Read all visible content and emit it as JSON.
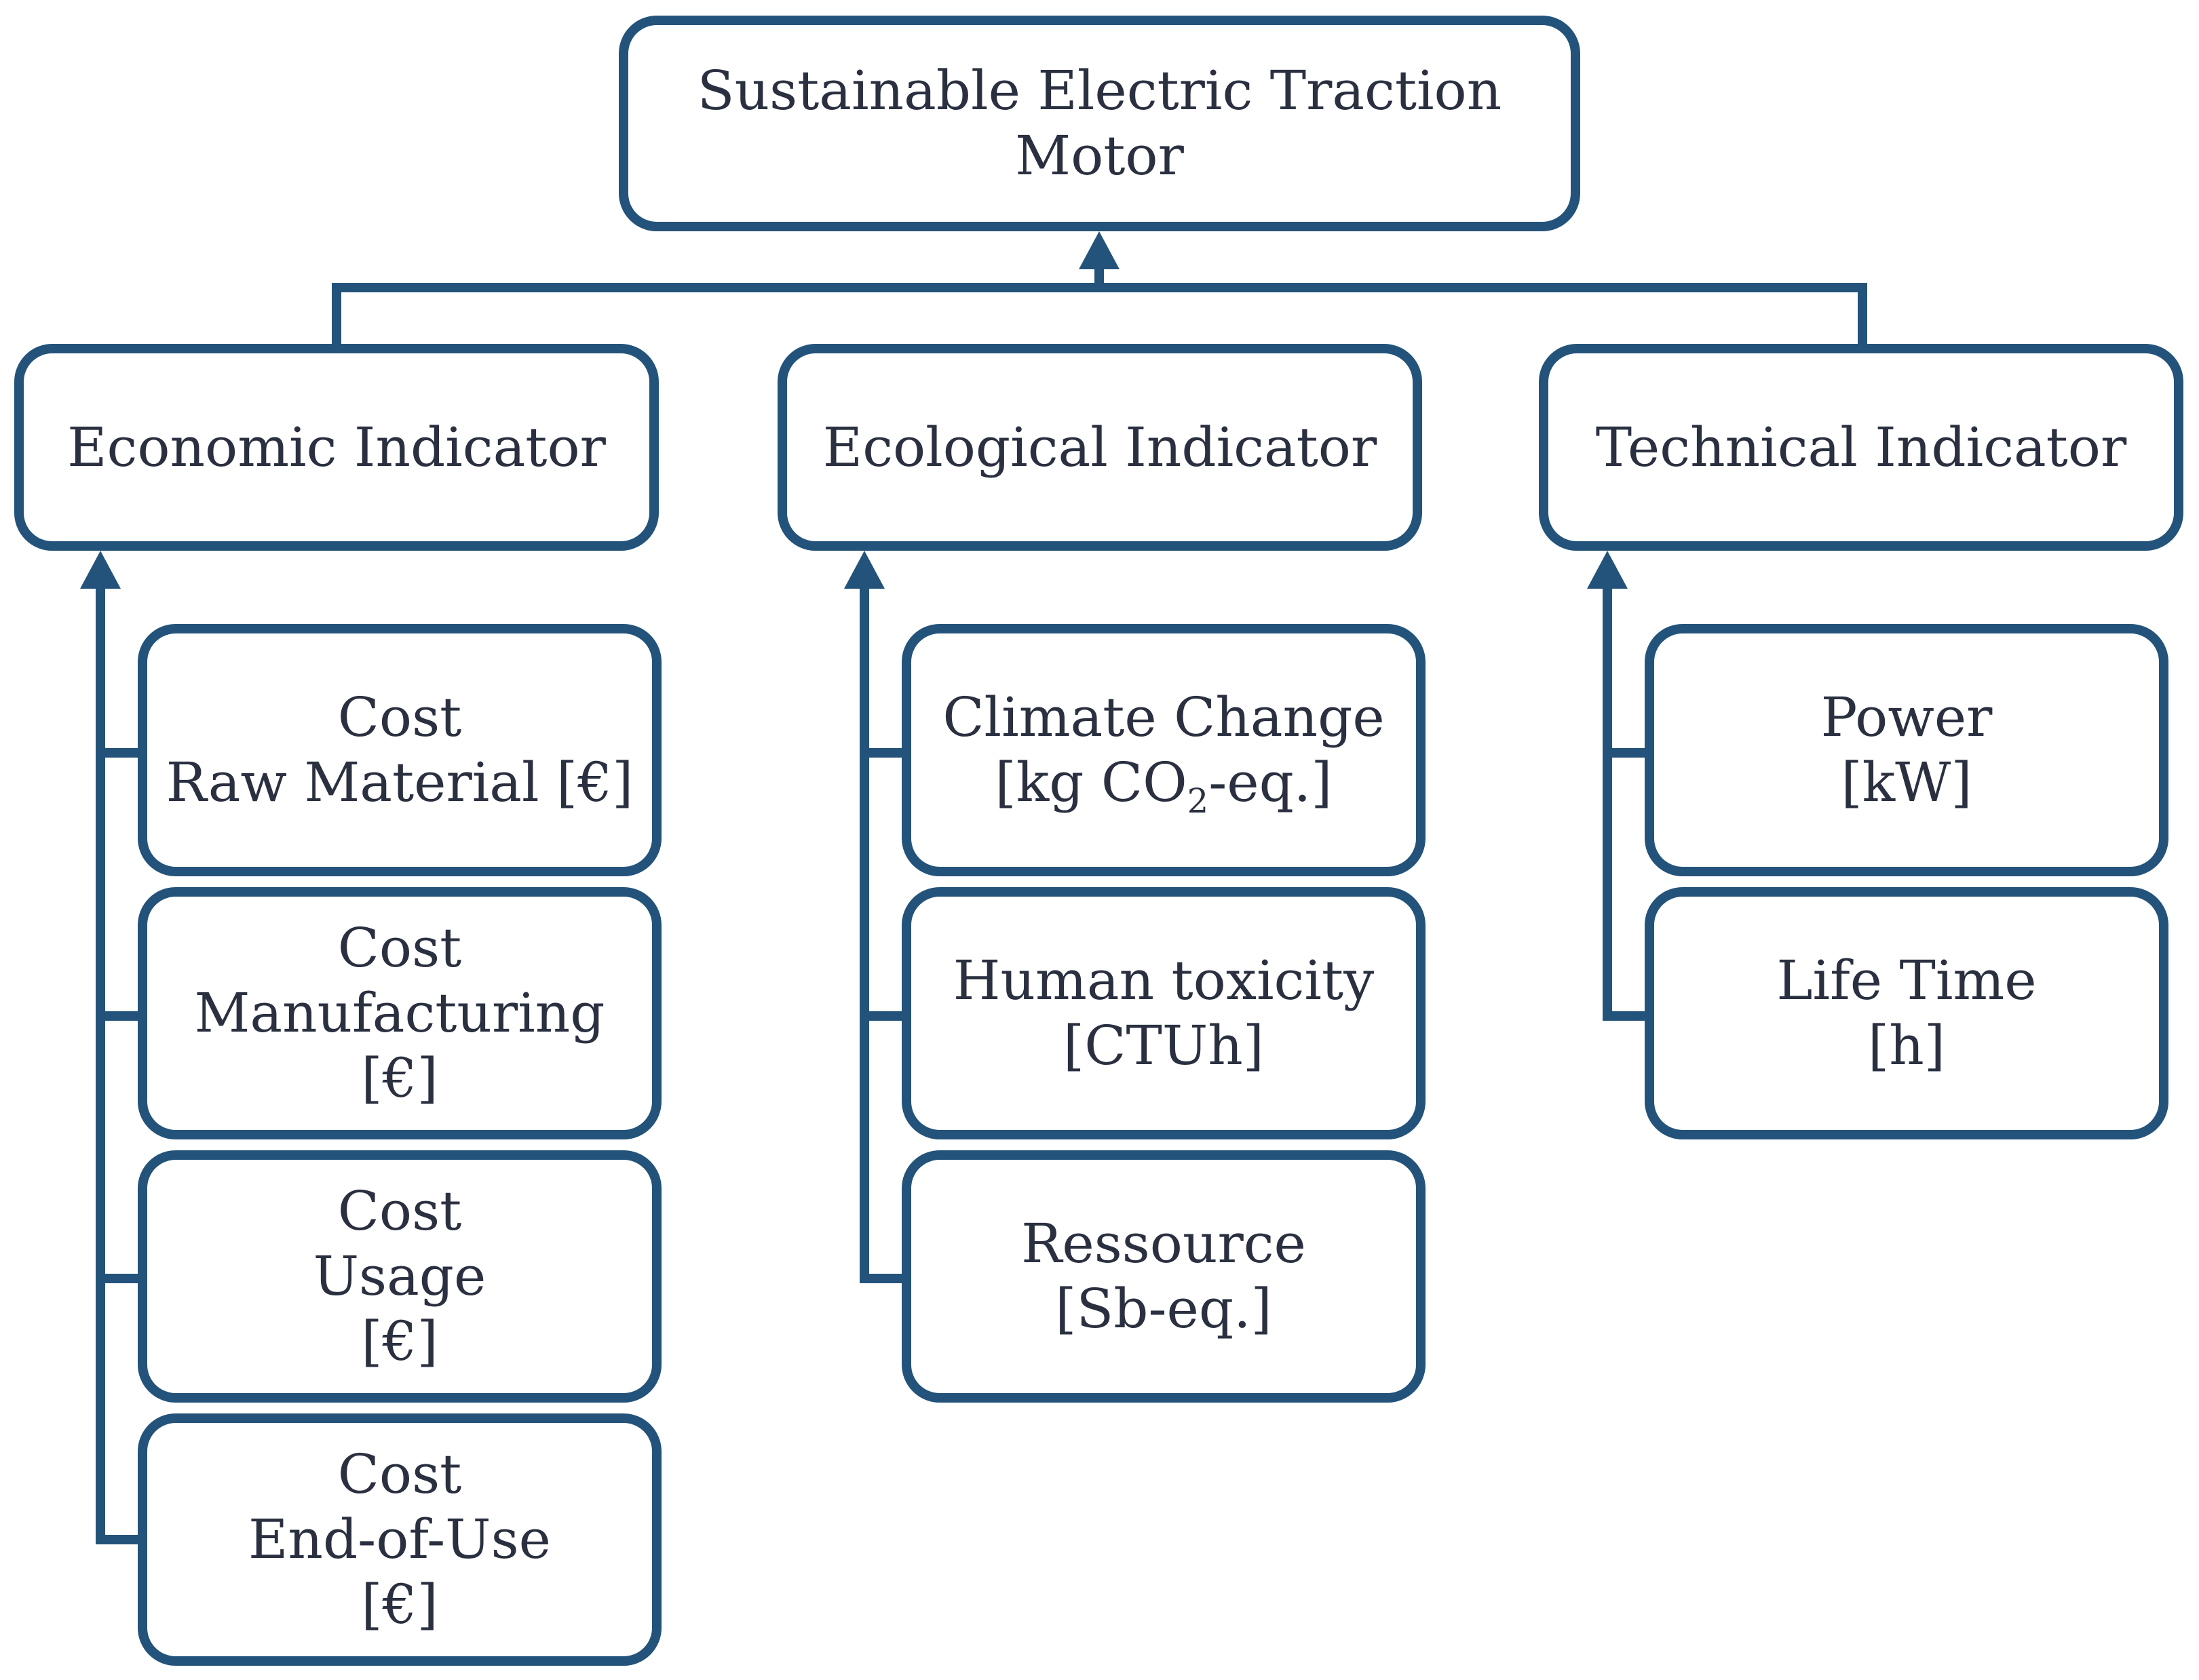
{
  "colors": {
    "stroke": "#23537a",
    "text": "#2a3040",
    "background": "#ffffff"
  },
  "root": {
    "line1": "Sustainable Electric Traction",
    "line2": "Motor"
  },
  "categories": [
    {
      "label": "Economic Indicator",
      "items": [
        {
          "line1": "Cost",
          "line2": "Raw Material [€]"
        },
        {
          "line1": "Cost",
          "line2": "Manufacturing",
          "line3": "[€]"
        },
        {
          "line1": "Cost",
          "line2": "Usage",
          "line3": "[€]"
        },
        {
          "line1": "Cost",
          "line2": "End-of-Use",
          "line3": "[€]"
        }
      ]
    },
    {
      "label": "Ecological Indicator",
      "items": [
        {
          "line1": "Climate Change",
          "line2_pre": "[kg CO",
          "line2_sub": "2",
          "line2_post": "-eq.]"
        },
        {
          "line1": "Human toxicity",
          "line2": "[CTUh]"
        },
        {
          "line1": "Ressource",
          "line2": "[Sb-eq.]"
        }
      ]
    },
    {
      "label": "Technical Indicator",
      "items": [
        {
          "line1": "Power",
          "line2": "[kW]"
        },
        {
          "line1": "Life Time",
          "line2": "[h]"
        }
      ]
    }
  ]
}
